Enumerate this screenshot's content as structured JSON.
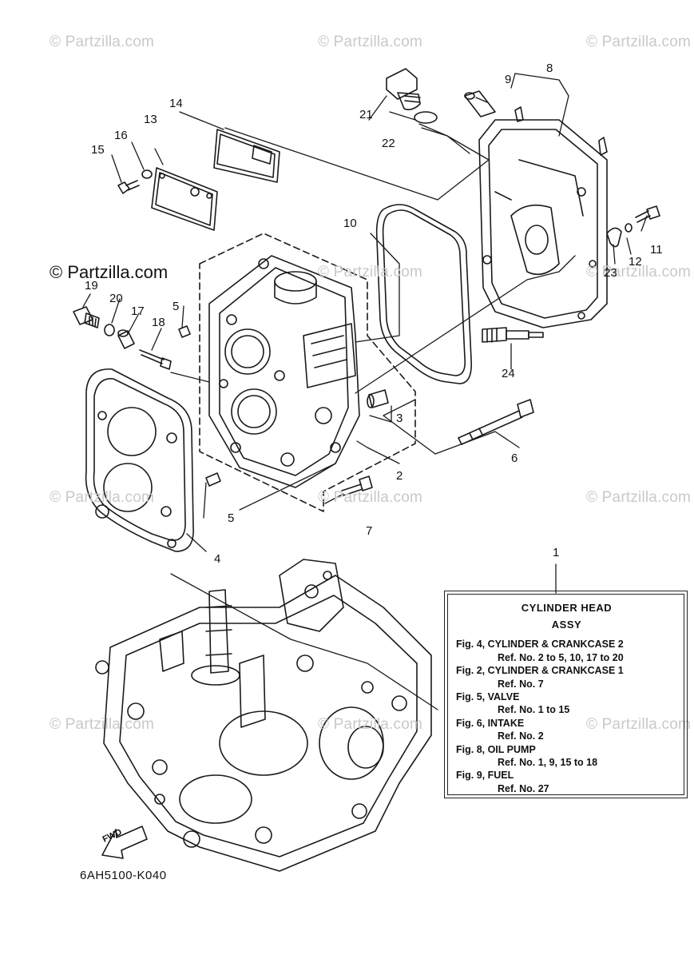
{
  "watermarks": {
    "faint": "© Partzilla.com",
    "dark": "© Partzilla.com"
  },
  "callouts": {
    "c1": "1",
    "c2": "2",
    "c3": "3",
    "c4": "4",
    "c5a": "5",
    "c5b": "5",
    "c6": "6",
    "c7": "7",
    "c8": "8",
    "c9": "9",
    "c10": "10",
    "c11": "11",
    "c12": "12",
    "c13": "13",
    "c14": "14",
    "c15": "15",
    "c16": "16",
    "c17": "17",
    "c18": "18",
    "c19": "19",
    "c20": "20",
    "c21": "21",
    "c22": "22",
    "c23": "23",
    "c24": "24"
  },
  "reference_box": {
    "title": "CYLINDER HEAD",
    "subtitle": "ASSY",
    "entries": [
      {
        "fig": "Fig. 4, CYLINDER & CRANKCASE 2",
        "ref": "Ref. No. 2 to 5, 10, 17 to 20"
      },
      {
        "fig": "Fig. 2, CYLINDER & CRANKCASE 1",
        "ref": "Ref. No. 7"
      },
      {
        "fig": "Fig. 5, VALVE",
        "ref": "Ref. No. 1 to 15"
      },
      {
        "fig": "Fig. 6, INTAKE",
        "ref": "Ref. No. 2"
      },
      {
        "fig": "Fig. 8, OIL PUMP",
        "ref": "Ref. No. 1, 9, 15 to 18"
      },
      {
        "fig": "Fig. 9, FUEL",
        "ref": "Ref. No. 27"
      }
    ]
  },
  "fwd_label": "FWD",
  "diagram_code": "6AH5100-K040"
}
